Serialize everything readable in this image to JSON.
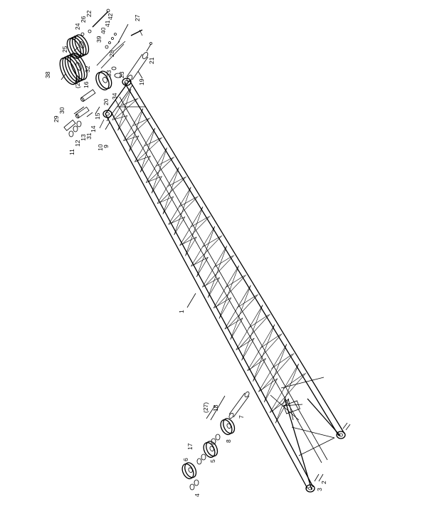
{
  "figure": {
    "main_label": "1",
    "labels": [
      "2",
      "3",
      "4",
      "5",
      "6",
      "7",
      "8",
      "9",
      "10",
      "11",
      "12",
      "13",
      "14",
      "15",
      "16",
      "17",
      "18",
      "19",
      "20",
      "21",
      "22",
      "23",
      "24",
      "25",
      "26",
      "27",
      "(27)",
      "(27)",
      "28",
      "29",
      "30",
      "31",
      "32",
      "33",
      "34",
      "38",
      "39",
      "40",
      "41",
      "42"
    ]
  }
}
